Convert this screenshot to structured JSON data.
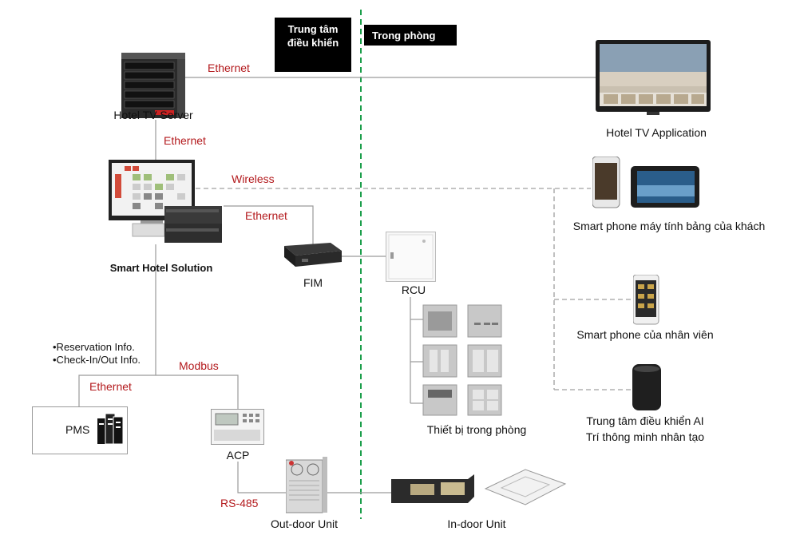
{
  "zones": {
    "control_center": "Trung tâm\nđiều khiển",
    "in_room": "Trong phòng"
  },
  "nodes": {
    "hotel_tv_server": "Hotel TV Server",
    "hotel_tv_app": "Hotel TV Application",
    "smart_hotel_solution": "Smart Hotel Solution",
    "fim": "FIM",
    "rcu": "RCU",
    "guest_devices": "Smart phone máy tính bảng của  khách",
    "staff_phone": "Smart phone của nhân  viên",
    "ai_center_line1": "Trung tâm điều khiển AI",
    "ai_center_line2": "Trí thông minh nhân tạo",
    "pms": "PMS",
    "acp": "ACP",
    "room_devices": "Thiết bị trong phòng",
    "outdoor_unit": "Out-door Unit",
    "indoor_unit": "In-door Unit"
  },
  "links": {
    "server_to_tv": "Ethernet",
    "server_to_solution": "Ethernet",
    "wireless": "Wireless",
    "solution_to_fim": "Ethernet",
    "modbus": "Modbus",
    "pms_ethernet": "Ethernet",
    "rs485": "RS-485"
  },
  "pms_notes": {
    "line1": "•Reservation Info.",
    "line2": "•Check-In/Out Info."
  },
  "colors": {
    "link_label": "#b3191c",
    "zone_divider": "#1a9e4a",
    "wire": "#9a9a9a"
  }
}
